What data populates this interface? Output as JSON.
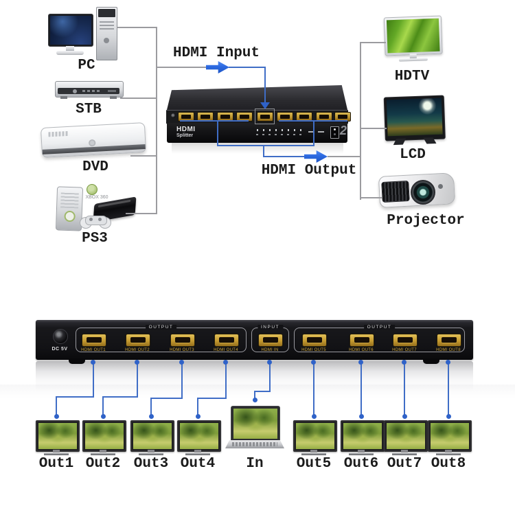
{
  "palette": {
    "connector_gray": "#9b9b9f",
    "connector_blue": "#3f6dc6",
    "arrow_blue": "#2d6ae0",
    "panel_black": "#131316",
    "port_gold": "#cfa83e",
    "label_color": "#1b1b1b"
  },
  "top_diagram": {
    "input_flow_label": "HDMI Input",
    "output_flow_label": "HDMI Output",
    "sources": [
      {
        "label": "PC"
      },
      {
        "label": "STB"
      },
      {
        "label": "DVD"
      },
      {
        "label": "PS3"
      }
    ],
    "ps3_badge": "XBOX 360",
    "displays": [
      {
        "label": "HDTV"
      },
      {
        "label": "LCD"
      },
      {
        "label": "Projector"
      }
    ],
    "splitter_front": {
      "brand_top": "HDMI",
      "brand_bottom": "Splitter",
      "badge": "2"
    }
  },
  "rear_panel": {
    "power_label": "DC 5V",
    "groups": [
      {
        "title": "OUTPUT",
        "ports": [
          "HDMI OUT1",
          "HDMI OUT2",
          "HDMI OUT3",
          "HDMI OUT4"
        ]
      },
      {
        "title": "INPUT",
        "ports": [
          "HDMI IN"
        ]
      },
      {
        "title": "OUTPUT",
        "ports": [
          "HDMI OUT5",
          "HDMI OUT6",
          "HDMI OUT7",
          "HDMI OUT8"
        ]
      }
    ]
  },
  "endpoints": {
    "items": [
      {
        "label": "Out1"
      },
      {
        "label": "Out2"
      },
      {
        "label": "Out3"
      },
      {
        "label": "Out4"
      },
      {
        "label": "In"
      },
      {
        "label": "Out5"
      },
      {
        "label": "Out6"
      },
      {
        "label": "Out7"
      },
      {
        "label": "Out8"
      }
    ]
  }
}
